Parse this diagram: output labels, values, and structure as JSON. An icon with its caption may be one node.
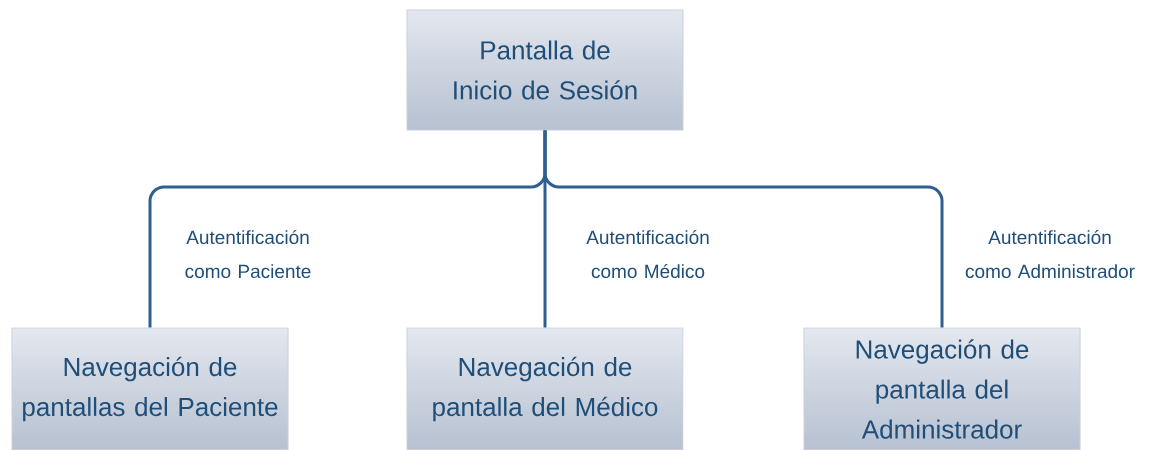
{
  "diagram": {
    "nodes": [
      {
        "text": [
          "Pantalla de Inicio de Sesión"
        ]
      },
      {
        "text": [
          "Navegación de pantallas del Paciente"
        ]
      },
      {
        "text": [
          "Navegación de pantalla del Médico"
        ]
      },
      {
        "text": [
          "Navegación de pantalla del Administrador"
        ]
      }
    ],
    "edges": [
      {
        "from": 0,
        "to": 1,
        "arrow": "none",
        "label": "Autentificación como Paciente"
      },
      {
        "from": 0,
        "to": 2,
        "arrow": "none",
        "label": "Autentificación como Médico"
      },
      {
        "from": 0,
        "to": 3,
        "arrow": "none",
        "label": "Autentificación como Administrador"
      }
    ]
  }
}
